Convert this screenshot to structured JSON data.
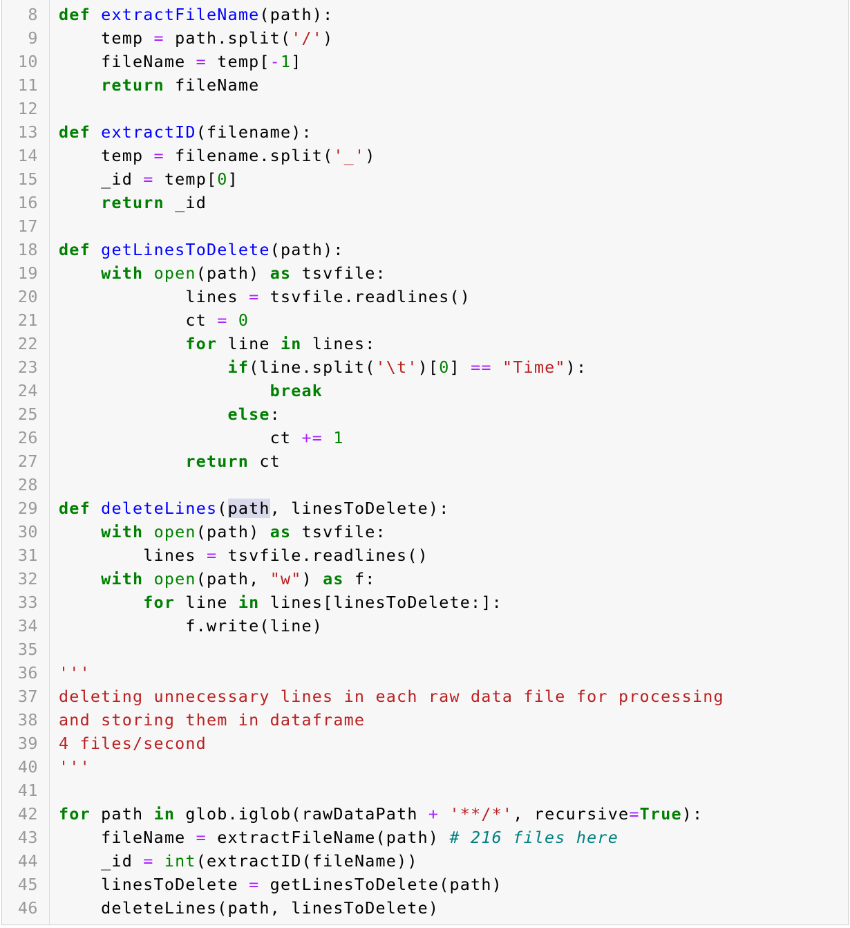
{
  "editor": {
    "first_line_number": 8,
    "colors": {
      "keyword": "#008000",
      "function_name": "#0000ff",
      "operator": "#aa22ff",
      "string": "#ba2121",
      "number": "#008000",
      "comment": "#008080",
      "line_number": "#999999",
      "background": "#f7f7f7",
      "selection": "#d9d9ec"
    },
    "lines": [
      [
        [
          "kw",
          "def"
        ],
        [
          "t",
          " "
        ],
        [
          "fn",
          "extractFileName"
        ],
        [
          "t",
          "(path):"
        ]
      ],
      [
        [
          "t",
          "    temp "
        ],
        [
          "op",
          "="
        ],
        [
          "t",
          " path.split("
        ],
        [
          "str",
          "'/'"
        ],
        [
          "t",
          ")"
        ]
      ],
      [
        [
          "t",
          "    fileName "
        ],
        [
          "op",
          "="
        ],
        [
          "t",
          " temp["
        ],
        [
          "op",
          "-"
        ],
        [
          "num",
          "1"
        ],
        [
          "t",
          "]"
        ]
      ],
      [
        [
          "t",
          "    "
        ],
        [
          "kw",
          "return"
        ],
        [
          "t",
          " fileName"
        ]
      ],
      [],
      [
        [
          "kw",
          "def"
        ],
        [
          "t",
          " "
        ],
        [
          "fn",
          "extractID"
        ],
        [
          "t",
          "(filename):"
        ]
      ],
      [
        [
          "t",
          "    temp "
        ],
        [
          "op",
          "="
        ],
        [
          "t",
          " filename.split("
        ],
        [
          "str",
          "'_'"
        ],
        [
          "t",
          ")"
        ]
      ],
      [
        [
          "t",
          "    _id "
        ],
        [
          "op",
          "="
        ],
        [
          "t",
          " temp["
        ],
        [
          "num",
          "0"
        ],
        [
          "t",
          "]"
        ]
      ],
      [
        [
          "t",
          "    "
        ],
        [
          "kw",
          "return"
        ],
        [
          "t",
          " _id"
        ]
      ],
      [],
      [
        [
          "kw",
          "def"
        ],
        [
          "t",
          " "
        ],
        [
          "fn",
          "getLinesToDelete"
        ],
        [
          "t",
          "(path):"
        ]
      ],
      [
        [
          "t",
          "    "
        ],
        [
          "kw",
          "with"
        ],
        [
          "t",
          " "
        ],
        [
          "bi",
          "open"
        ],
        [
          "t",
          "(path) "
        ],
        [
          "kw",
          "as"
        ],
        [
          "t",
          " tsvfile:"
        ]
      ],
      [
        [
          "t",
          "            lines "
        ],
        [
          "op",
          "="
        ],
        [
          "t",
          " tsvfile.readlines()"
        ]
      ],
      [
        [
          "t",
          "            ct "
        ],
        [
          "op",
          "="
        ],
        [
          "t",
          " "
        ],
        [
          "num",
          "0"
        ]
      ],
      [
        [
          "t",
          "            "
        ],
        [
          "kw",
          "for"
        ],
        [
          "t",
          " line "
        ],
        [
          "kw",
          "in"
        ],
        [
          "t",
          " lines:"
        ]
      ],
      [
        [
          "t",
          "                "
        ],
        [
          "kw",
          "if"
        ],
        [
          "t",
          "(line.split("
        ],
        [
          "str",
          "'\\t'"
        ],
        [
          "t",
          ")["
        ],
        [
          "num",
          "0"
        ],
        [
          "t",
          "] "
        ],
        [
          "op",
          "=="
        ],
        [
          "t",
          " "
        ],
        [
          "str",
          "\"Time\""
        ],
        [
          "t",
          "):"
        ]
      ],
      [
        [
          "t",
          "                    "
        ],
        [
          "kw",
          "break"
        ]
      ],
      [
        [
          "t",
          "                "
        ],
        [
          "kw",
          "else"
        ],
        [
          "t",
          ":"
        ]
      ],
      [
        [
          "t",
          "                    ct "
        ],
        [
          "op",
          "+="
        ],
        [
          "t",
          " "
        ],
        [
          "num",
          "1"
        ]
      ],
      [
        [
          "t",
          "            "
        ],
        [
          "kw",
          "return"
        ],
        [
          "t",
          " ct"
        ]
      ],
      [],
      [
        [
          "kw",
          "def"
        ],
        [
          "t",
          " "
        ],
        [
          "fn",
          "deleteLines"
        ],
        [
          "t",
          "("
        ],
        [
          "sel",
          "path"
        ],
        [
          "t",
          ", linesToDelete):"
        ]
      ],
      [
        [
          "t",
          "    "
        ],
        [
          "kw",
          "with"
        ],
        [
          "t",
          " "
        ],
        [
          "bi",
          "open"
        ],
        [
          "t",
          "(path) "
        ],
        [
          "kw",
          "as"
        ],
        [
          "t",
          " tsvfile:"
        ]
      ],
      [
        [
          "t",
          "        lines "
        ],
        [
          "op",
          "="
        ],
        [
          "t",
          " tsvfile.readlines()"
        ]
      ],
      [
        [
          "t",
          "    "
        ],
        [
          "kw",
          "with"
        ],
        [
          "t",
          " "
        ],
        [
          "bi",
          "open"
        ],
        [
          "t",
          "(path, "
        ],
        [
          "str",
          "\"w\""
        ],
        [
          "t",
          ") "
        ],
        [
          "kw",
          "as"
        ],
        [
          "t",
          " f:"
        ]
      ],
      [
        [
          "t",
          "        "
        ],
        [
          "kw",
          "for"
        ],
        [
          "t",
          " line "
        ],
        [
          "kw",
          "in"
        ],
        [
          "t",
          " lines[linesToDelete:]:"
        ]
      ],
      [
        [
          "t",
          "            f.write(line)"
        ]
      ],
      [],
      [
        [
          "str",
          "'''"
        ]
      ],
      [
        [
          "str",
          "deleting unnecessary lines in each raw data file for processing"
        ]
      ],
      [
        [
          "str",
          "and storing them in dataframe"
        ]
      ],
      [
        [
          "str",
          "4 files/second"
        ]
      ],
      [
        [
          "str",
          "'''"
        ]
      ],
      [],
      [
        [
          "kw",
          "for"
        ],
        [
          "t",
          " path "
        ],
        [
          "kw",
          "in"
        ],
        [
          "t",
          " glob.iglob(rawDataPath "
        ],
        [
          "op",
          "+"
        ],
        [
          "t",
          " "
        ],
        [
          "str",
          "'**/*'"
        ],
        [
          "t",
          ", recursive"
        ],
        [
          "op",
          "="
        ],
        [
          "kw",
          "True"
        ],
        [
          "t",
          "):"
        ]
      ],
      [
        [
          "t",
          "    fileName "
        ],
        [
          "op",
          "="
        ],
        [
          "t",
          " extractFileName(path) "
        ],
        [
          "com",
          "# 216 files here"
        ]
      ],
      [
        [
          "t",
          "    _id "
        ],
        [
          "op",
          "="
        ],
        [
          "t",
          " "
        ],
        [
          "bi",
          "int"
        ],
        [
          "t",
          "(extractID(fileName))"
        ]
      ],
      [
        [
          "t",
          "    linesToDelete "
        ],
        [
          "op",
          "="
        ],
        [
          "t",
          " getLinesToDelete(path)"
        ]
      ],
      [
        [
          "t",
          "    deleteLines(path, linesToDelete)"
        ]
      ]
    ]
  }
}
